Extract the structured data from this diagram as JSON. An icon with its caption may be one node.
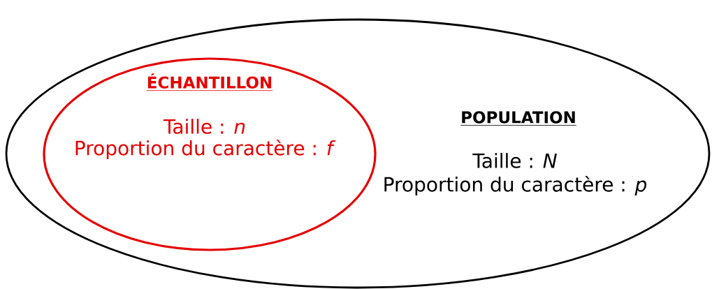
{
  "diagram": {
    "nodes": [
      {
        "text": [
          "POPULATION",
          "Taille : *N*",
          "Proportion du caractère : *p*"
        ]
      },
      {
        "text": [
          "ÉCHANTILLON",
          "Taille : *n*",
          "Proportion du caractère : *f*"
        ],
        "in": 0
      }
    ]
  }
}
